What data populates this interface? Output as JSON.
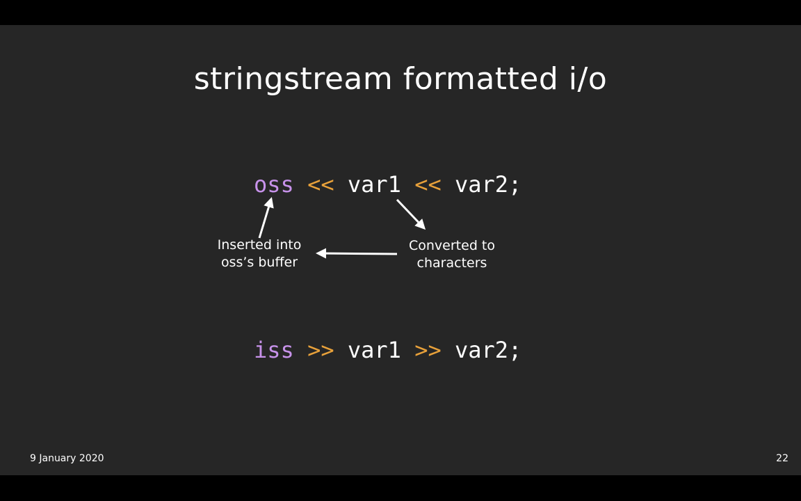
{
  "slide": {
    "title": "stringstream formatted i/o",
    "footer_date": "9 January 2020",
    "page_number": "22"
  },
  "code": {
    "line1": {
      "stream": "oss",
      "op1": "<<",
      "var1": "var1",
      "op2": "<<",
      "var2": "var2;"
    },
    "line2": {
      "stream": "iss",
      "op1": ">>",
      "var1": "var1",
      "op2": ">>",
      "var2": "var2;"
    }
  },
  "annotations": {
    "left_line1": "Inserted into",
    "left_line2": "oss’s buffer",
    "right_line1": "Converted to",
    "right_line2": "characters"
  },
  "colors": {
    "background": "#262626",
    "stream_identifier": "#c792ea",
    "operator": "#e8a13a",
    "text": "#ffffff"
  }
}
